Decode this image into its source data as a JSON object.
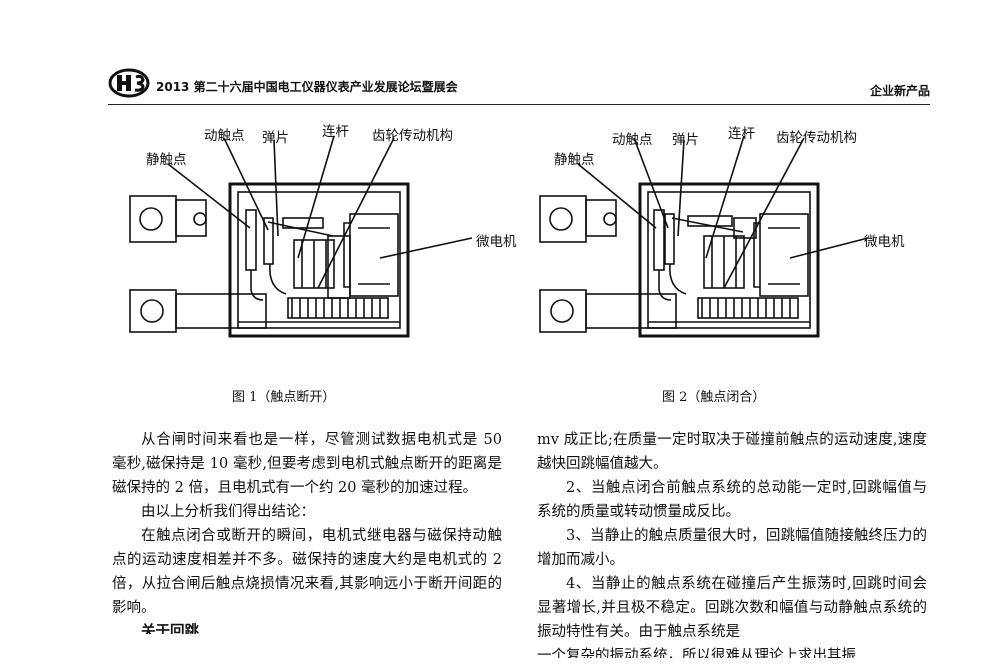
{
  "header": {
    "conference_title": "2013 第二十六届中国电工仪器仪表产业发展论坛暨展会",
    "section_label": "企业新产品"
  },
  "figure1": {
    "labels": {
      "static_contact": "静触点",
      "moving_contact": "动触点",
      "spring": "弹片",
      "link_rod": "连杆",
      "gear_mechanism": "齿轮传动机构",
      "micro_motor": "微电机"
    },
    "caption": "图 1（触点断开）"
  },
  "figure2": {
    "labels": {
      "static_contact": "静触点",
      "moving_contact": "动触点",
      "spring": "弹片",
      "link_rod": "连杆",
      "gear_mechanism": "齿轮传动机构",
      "micro_motor": "微电机"
    },
    "caption": "图 2（触点闭合）"
  },
  "left_column": {
    "p1": "从合闸时间来看也是一样，尽管测试数据电机式是 50 毫秒,磁保持是 10 毫秒,但要考虑到电机式触点断开的距离是磁保持的 2 倍，且电机式有一个约 20 毫秒的加速过程。",
    "p2": "由以上分析我们得出结论：",
    "p3": "在触点闭合或断开的瞬间，电机式继电器与磁保持动触点的运动速度相差并不多。磁保持的速度大约是电机式的 2 倍，从拉合闸后触点烧损情况来看,其影响远小于断开间距的影响。",
    "p4": "关于回跳"
  },
  "right_column": {
    "p1": "mv 成正比;在质量一定时取决于碰撞前触点的运动速度,速度越快回跳幅值越大。",
    "p2": "2、当触点闭合前触点系统的总动能一定时,回跳幅值与系统的质量或转动惯量成反比。",
    "p3": "3、当静止的触点质量很大时，回跳幅值随接触终压力的增加而减小。",
    "p4": "4、当静止的触点系统在碰撞后产生振荡时,回跳时间会显著增长,并且极不稳定。回跳次数和幅值与动静触点系统的振动特性有关。由于触点系统是",
    "p5": "一个复杂的振动系统，所以很难从理论上求出其振"
  }
}
